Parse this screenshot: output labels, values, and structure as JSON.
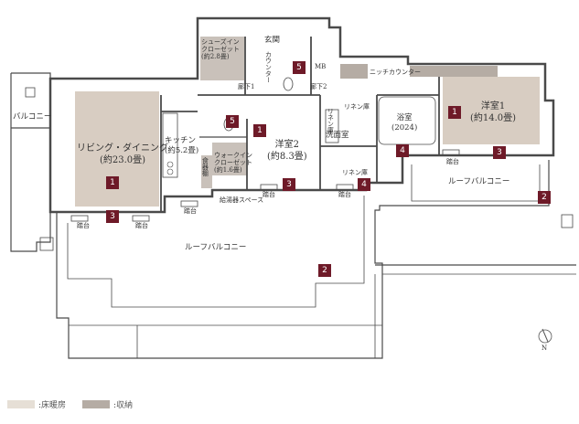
{
  "rooms": {
    "entrance": "玄関",
    "shoe_closet": "シューズイン\nクローゼット\n(約2.8畳)",
    "counter": "カウンター",
    "mb": "MB",
    "niche_counter": "ニッチカウンター",
    "corridor1": "廊下1",
    "corridor2": "廊下2",
    "living": "リビング・ダイニング\n(約23.0畳)",
    "kitchen": "キッチン\n(約5.2畳)",
    "pantry": "食器棚",
    "wic": "ウォークイン\nクローゼット\n(約1.6畳)",
    "bedroom2": "洋室2\n(約8.3畳)",
    "linen1": "リネン庫",
    "washroom": "洗面室",
    "linen2": "リネン庫",
    "linen3": "リネン庫",
    "bath": "浴室\n(2024)",
    "bedroom1": "洋室1\n(約14.0畳)",
    "balcony": "バルコニー",
    "roof_balcony_main": "ルーフバルコニー",
    "roof_balcony_right": "ルーフバルコニー",
    "water_heater_space": "給湯器スペース"
  },
  "steps": [
    "踏台",
    "踏台",
    "踏台",
    "踏台",
    "踏台",
    "踏台"
  ],
  "markers": [
    "1",
    "1",
    "1",
    "2",
    "2",
    "3",
    "3",
    "3",
    "4",
    "4",
    "5",
    "5"
  ],
  "legend": [
    {
      "label": ":床暖房",
      "color": "#e6dfd6"
    },
    {
      "label": ":収納",
      "color": "#b5aca4"
    }
  ],
  "colors": {
    "floor_heating": "#d8cdc2",
    "storage": "#b5aca4",
    "marker": "#6e1a28",
    "wall": "#4a4a4a"
  },
  "compass": "N"
}
